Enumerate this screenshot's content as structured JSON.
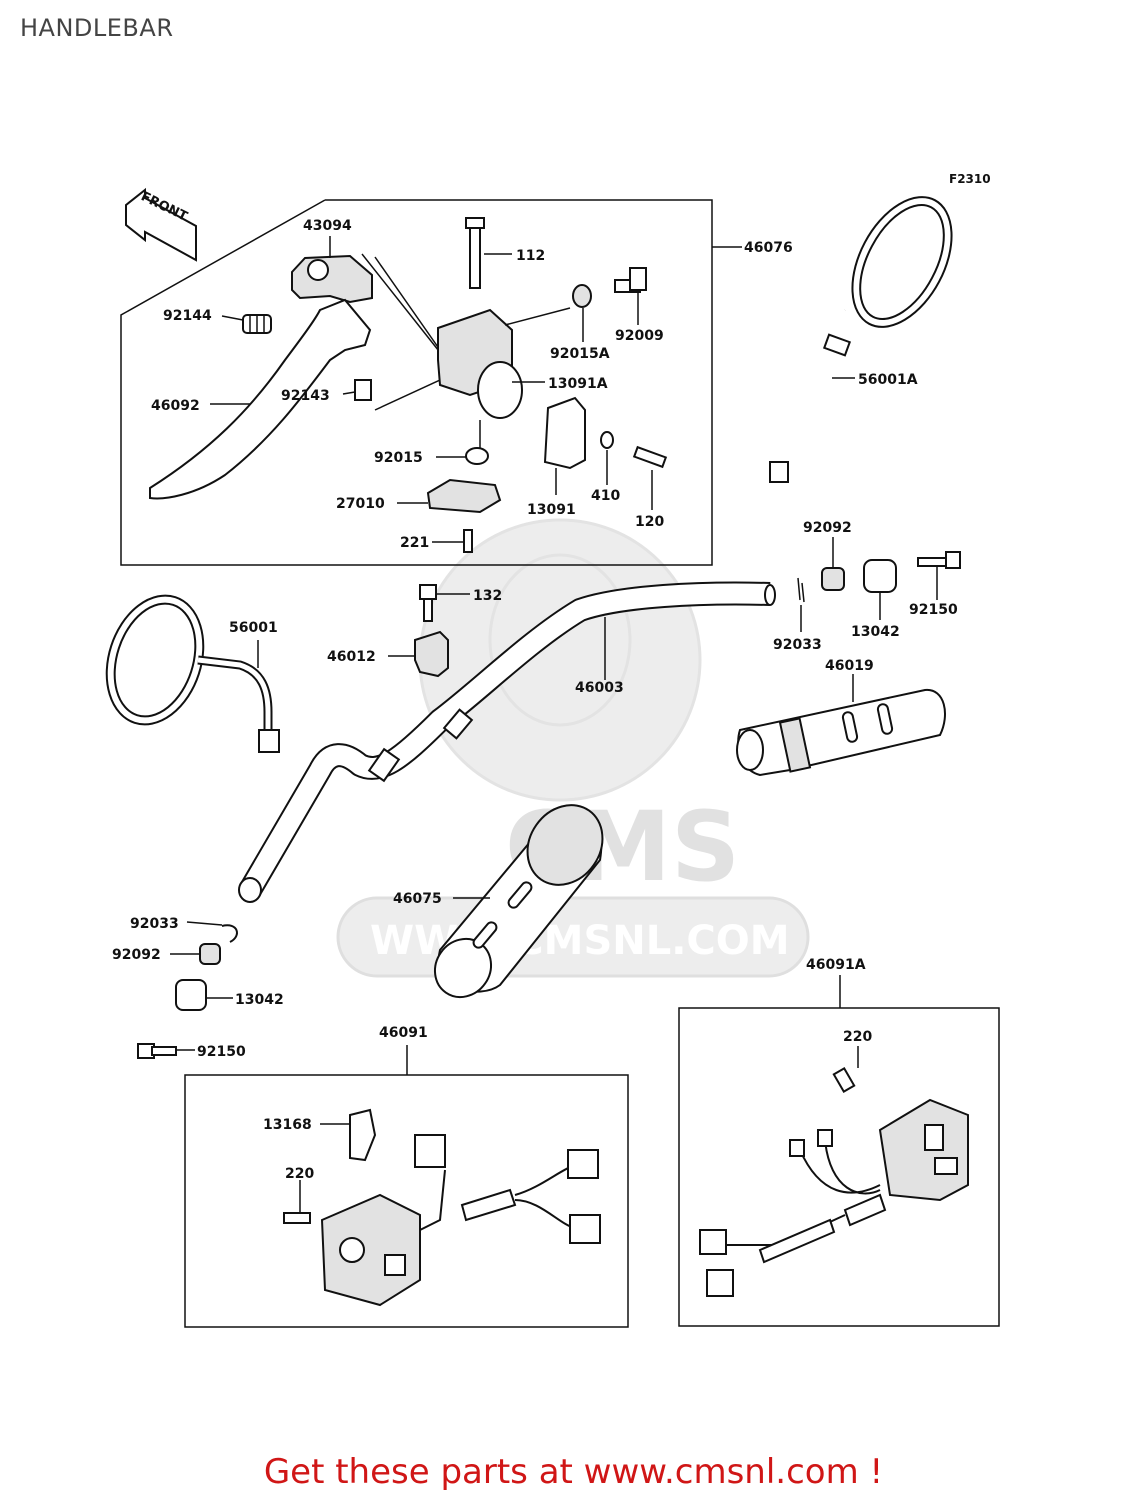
{
  "page": {
    "title": "HANDLEBAR",
    "figure_code": "F2310",
    "front_label": "FRONT",
    "watermark_brand": "CMS",
    "watermark_url": "WWW.CMSNL.COM",
    "footer": "Get these parts at www.cmsnl.com !",
    "footer_color": "#d01616"
  },
  "parts": [
    {
      "id": "p43094",
      "number": "43094"
    },
    {
      "id": "p112",
      "number": "112"
    },
    {
      "id": "p46076",
      "number": "46076"
    },
    {
      "id": "p92144",
      "number": "92144"
    },
    {
      "id": "p92015A",
      "number": "92015A"
    },
    {
      "id": "p92009",
      "number": "92009"
    },
    {
      "id": "p56001A",
      "number": "56001A"
    },
    {
      "id": "p13091A",
      "number": "13091A"
    },
    {
      "id": "p46092",
      "number": "46092"
    },
    {
      "id": "p92143",
      "number": "92143"
    },
    {
      "id": "p92015",
      "number": "92015"
    },
    {
      "id": "p410",
      "number": "410"
    },
    {
      "id": "p27010",
      "number": "27010"
    },
    {
      "id": "p13091",
      "number": "13091"
    },
    {
      "id": "p120",
      "number": "120"
    },
    {
      "id": "p221",
      "number": "221"
    },
    {
      "id": "p92092a",
      "number": "92092"
    },
    {
      "id": "p132",
      "number": "132"
    },
    {
      "id": "p92150a",
      "number": "92150"
    },
    {
      "id": "p56001",
      "number": "56001"
    },
    {
      "id": "p46012",
      "number": "46012"
    },
    {
      "id": "p92033a",
      "number": "92033"
    },
    {
      "id": "p13042a",
      "number": "13042"
    },
    {
      "id": "p46003",
      "number": "46003"
    },
    {
      "id": "p46019",
      "number": "46019"
    },
    {
      "id": "p46075",
      "number": "46075"
    },
    {
      "id": "p92033b",
      "number": "92033"
    },
    {
      "id": "p92092b",
      "number": "92092"
    },
    {
      "id": "p46091A",
      "number": "46091A"
    },
    {
      "id": "p13042b",
      "number": "13042"
    },
    {
      "id": "p92150b",
      "number": "92150"
    },
    {
      "id": "p46091",
      "number": "46091"
    },
    {
      "id": "p220a",
      "number": "220"
    },
    {
      "id": "p13168",
      "number": "13168"
    },
    {
      "id": "p220b",
      "number": "220"
    }
  ]
}
